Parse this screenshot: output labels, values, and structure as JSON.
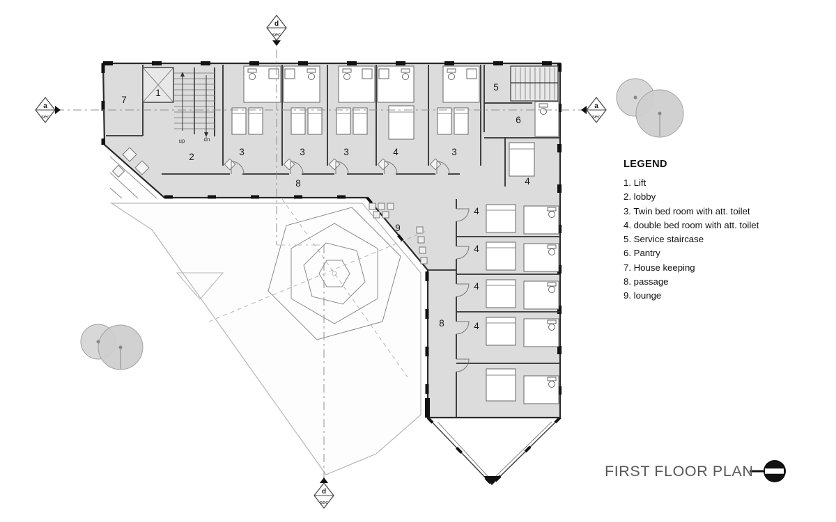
{
  "title": "FIRST FLOOR PLAN",
  "legend": {
    "heading": "LEGEND",
    "items": [
      "1. Lift",
      "2. lobby",
      "3. Twin bed room with att. toilet",
      "4. double bed room with att. toilet",
      "5. Service staircase",
      "6. Pantry",
      "7. House keeping",
      "8. passage",
      "9. lounge"
    ]
  },
  "plan": {
    "room_labels": [
      "7",
      "1",
      "2",
      "3",
      "3",
      "3",
      "4",
      "3",
      "5",
      "6",
      "4",
      "8",
      "9",
      "4",
      "4",
      "4",
      "8",
      "4"
    ],
    "stair_labels": {
      "up": "up",
      "dn": "dn"
    },
    "sections": {
      "top": {
        "letter": "d",
        "word": "sec"
      },
      "left": {
        "letter": "a",
        "word": "sec"
      },
      "right": {
        "letter": "a",
        "word": "sec"
      },
      "bottom": {
        "letter": "d",
        "word": "sec"
      }
    }
  },
  "colors": {
    "building_fill": "#dcdcdd",
    "wall": "#1d1d1b",
    "title_text": "#58585a"
  }
}
